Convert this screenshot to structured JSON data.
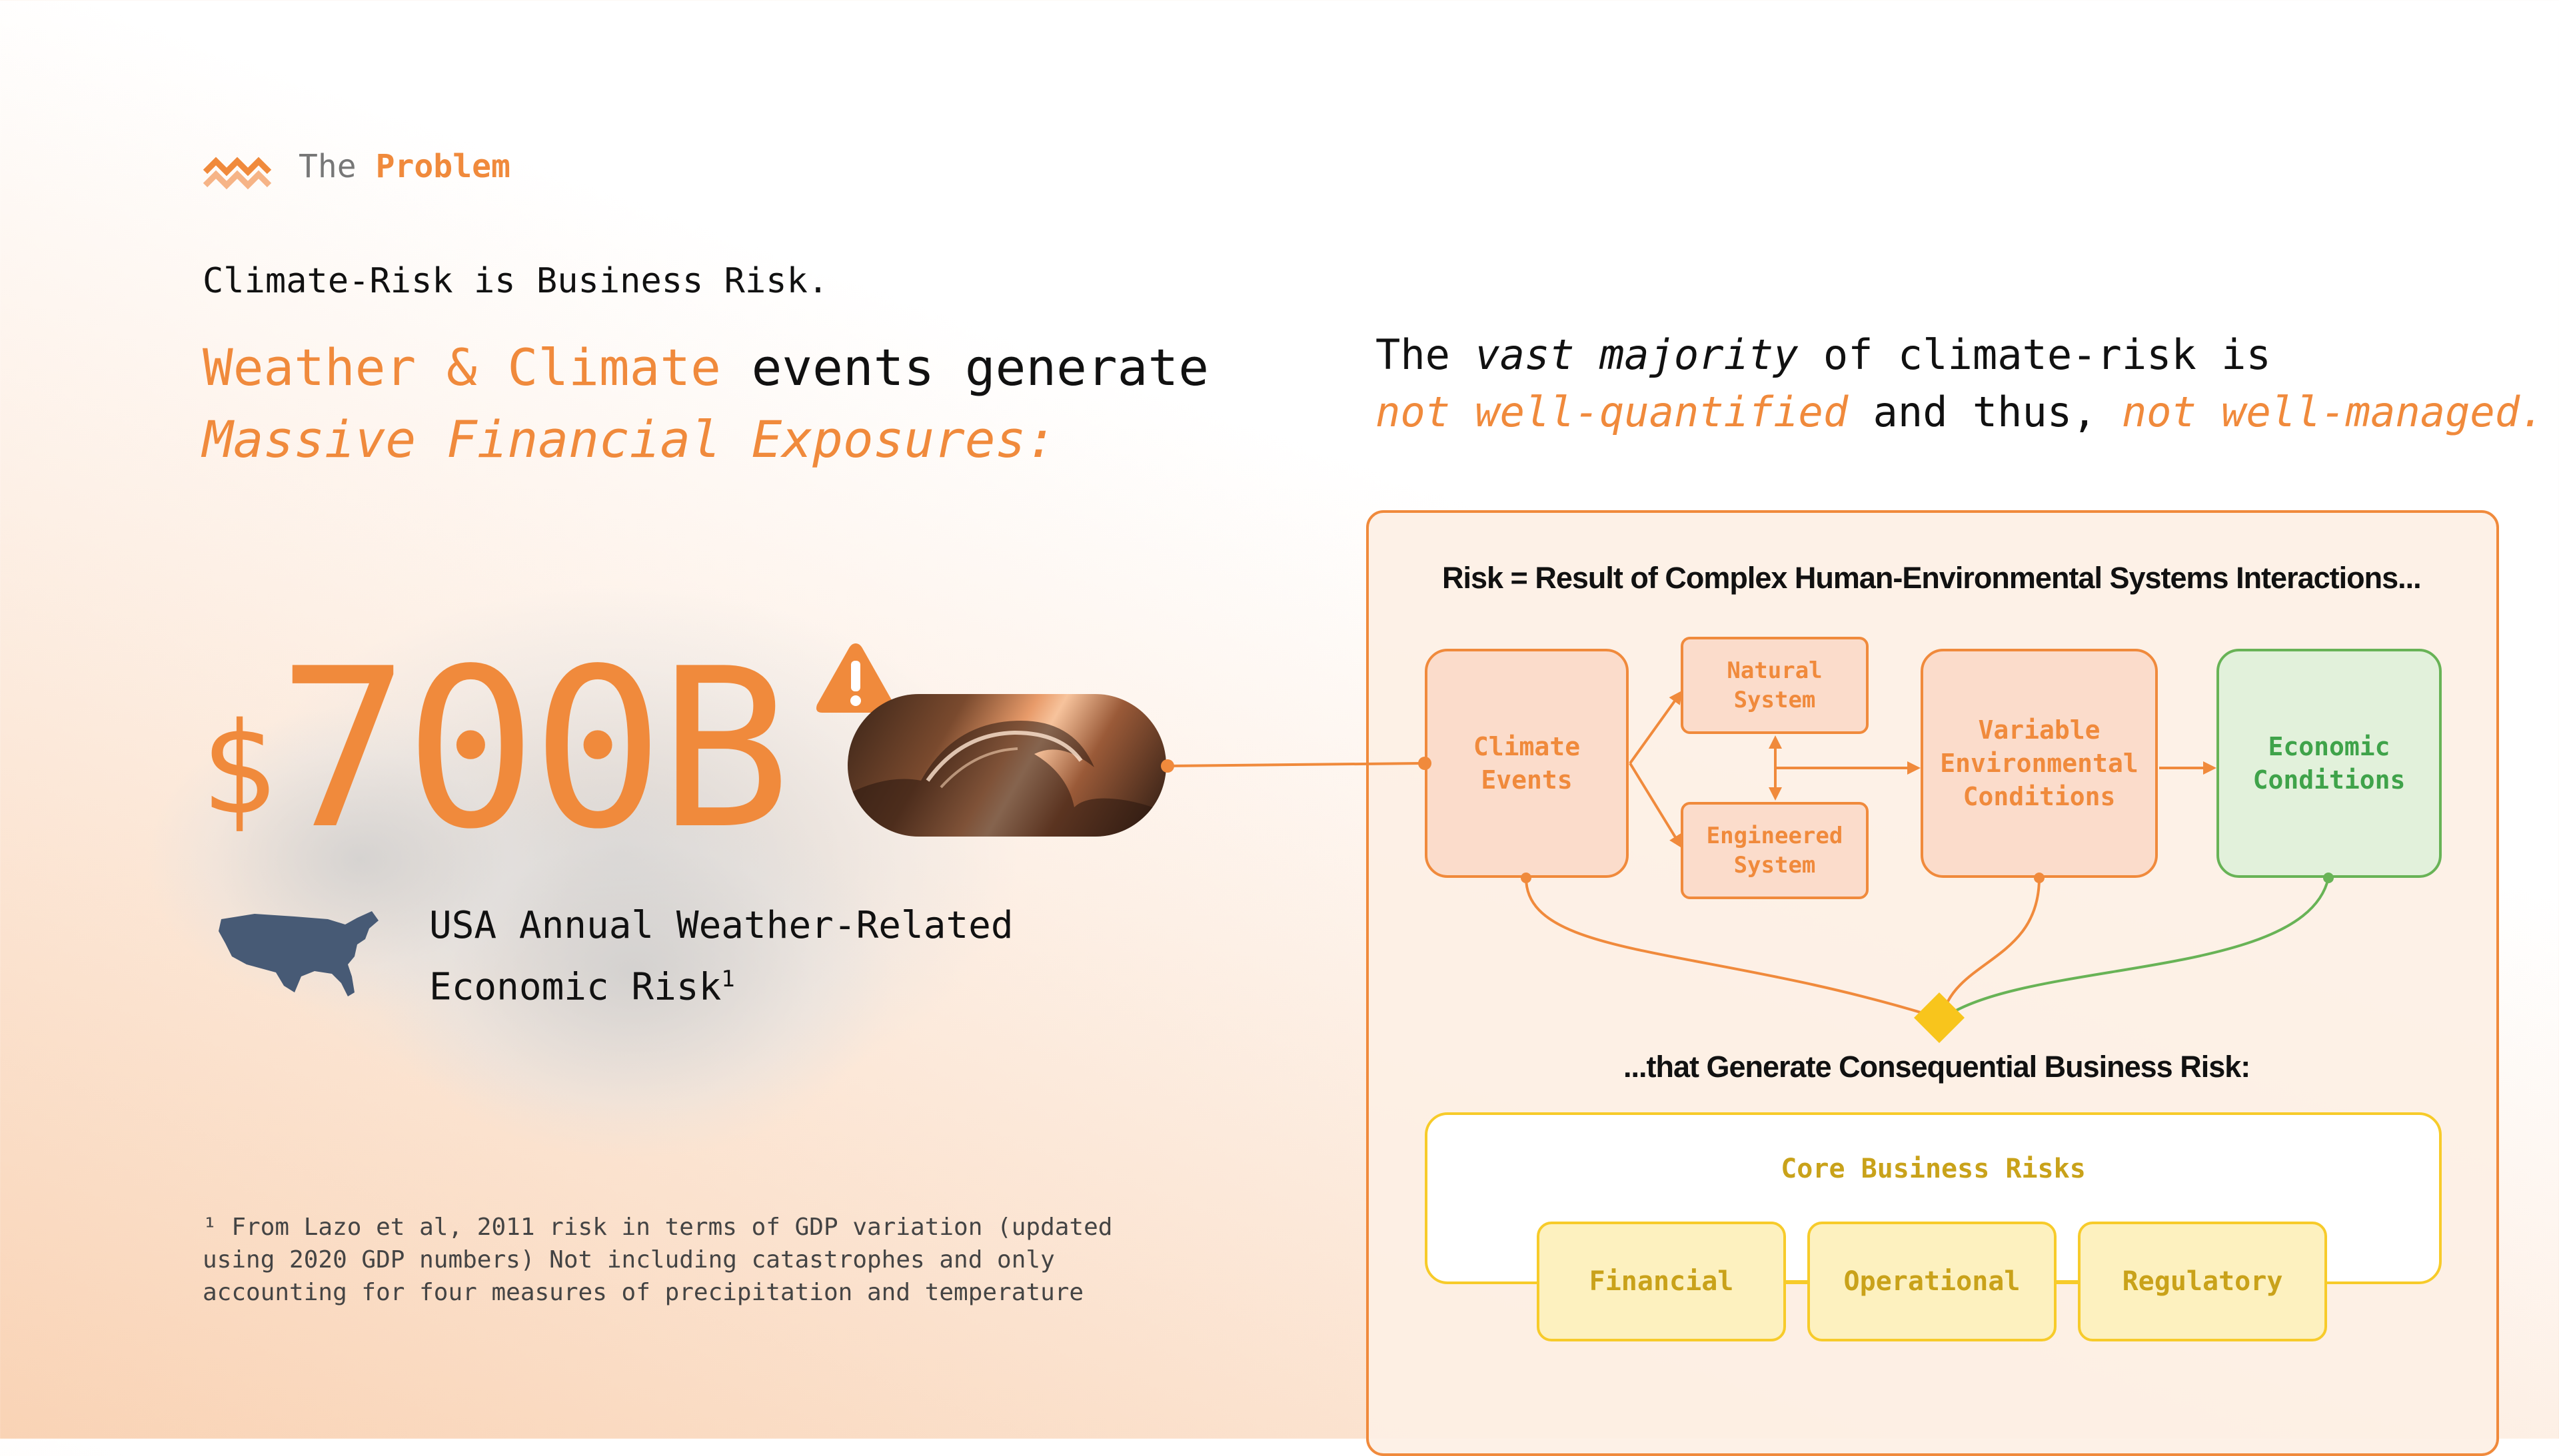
{
  "header": {
    "section_prefix": "The",
    "section_name": "Problem",
    "logo_icon": "chevron-stripes-logo"
  },
  "left": {
    "kicker": "Climate-Risk is Business Risk.",
    "headline_part1": "Weather & Climate",
    "headline_part2": " events generate",
    "headline_part3": "Massive Financial Exposures:",
    "big_number_symbol": "$",
    "big_number_value": "700B",
    "big_number_label_line1": "USA Annual Weather-Related",
    "big_number_label_line2": "Economic Risk",
    "big_number_label_sup": "1",
    "footnote": "¹ From Lazo et al, 2011 risk in terms of GDP variation (updated using 2020 GDP numbers) Not including catastrophes and only accounting for four measures of precipitation and temperature"
  },
  "right": {
    "head_part1": "The ",
    "head_part2": "vast majority",
    "head_part3": " of climate-risk is",
    "head_part4": "not well-quantified",
    "head_part5": " and thus, ",
    "head_part6": "not well-managed."
  },
  "diagram": {
    "title": "Risk = Result of Complex Human-Environmental Systems Interactions...",
    "subtitle": "...that Generate Consequential Business Risk:",
    "nodes": {
      "climate_events": "Climate\nEvents",
      "natural_system": "Natural\nSystem",
      "engineered_system": "Engineered\nSystem",
      "variable_conditions": "Variable\nEnvironmental\nConditions",
      "economic_conditions": "Economic\nConditions"
    },
    "core_label": "Core Business Risks",
    "risks": [
      "Financial",
      "Operational",
      "Regulatory"
    ]
  },
  "colors": {
    "accent": "#f08a3c",
    "green": "#68b356",
    "yellow": "#f7cb2a",
    "map": "#475a75"
  }
}
